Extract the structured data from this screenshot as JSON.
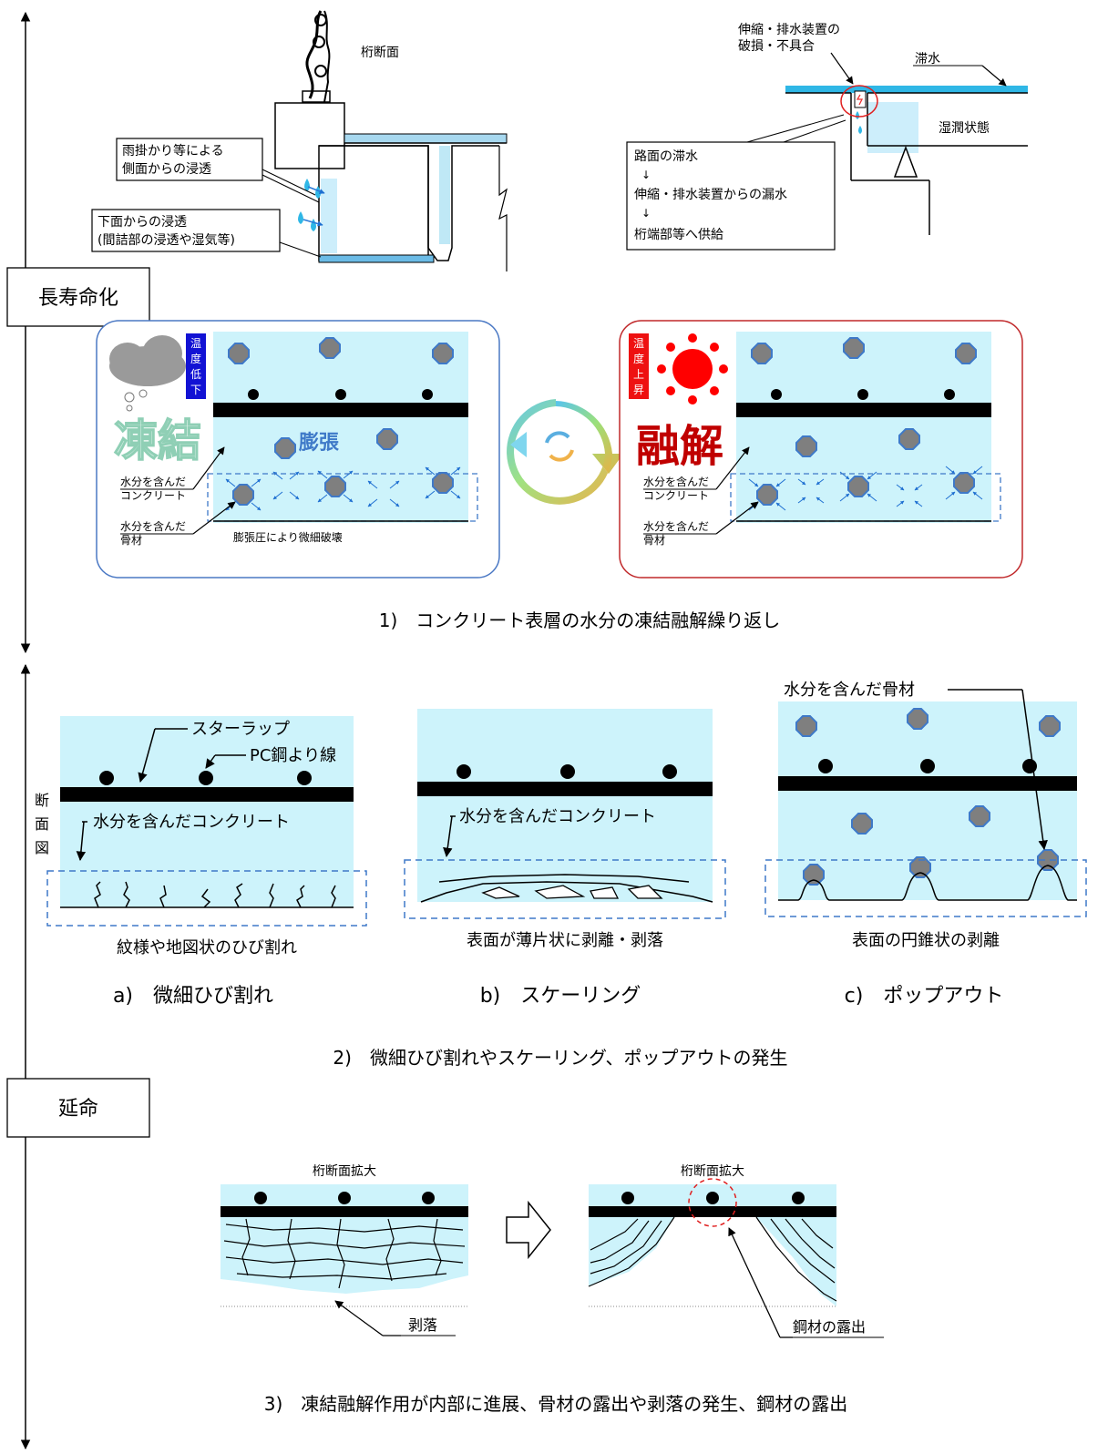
{
  "stages": {
    "longevity": "長寿命化",
    "extension": "延命"
  },
  "top_left": {
    "girder_section": "桁断面",
    "side_infiltration": [
      "雨掛かり等による",
      "側面からの浸透"
    ],
    "bottom_infiltration": [
      "下面からの浸透",
      "(間詰部の浸透や湿気等)"
    ]
  },
  "top_right": {
    "joint_damage": [
      "伸縮・排水装置の",
      "破損・不具合"
    ],
    "ponding": "滞水",
    "wet_state": "湿潤状態",
    "flow_steps": [
      "路面の滞水",
      "↓",
      "伸縮・排水装置からの漏水",
      "↓",
      "桁端部等へ供給"
    ]
  },
  "freeze_panel": {
    "temp_badge": [
      "温",
      "度",
      "低",
      "下"
    ],
    "big_label": "凍結",
    "expansion": "膨張",
    "wet_concrete": [
      "水分を含んだ",
      "コンクリート"
    ],
    "wet_aggregate": [
      "水分を含んだ",
      "骨材"
    ],
    "micro_failure": "膨張圧により微細破壊"
  },
  "thaw_panel": {
    "temp_badge": [
      "温",
      "度",
      "上",
      "昇"
    ],
    "big_label": "融解",
    "wet_concrete": [
      "水分を含んだ",
      "コンクリート"
    ],
    "wet_aggregate": [
      "水分を含んだ",
      "骨材"
    ]
  },
  "caption1": "1)　コンクリート表層の水分の凍結融解繰り返し",
  "section2": {
    "section_label": [
      "断",
      "面",
      "図"
    ],
    "stirrup": "スターラップ",
    "pc_strand": "PC鋼より線",
    "wet_concrete_a": "水分を含んだコンクリート",
    "wet_concrete_b": "水分を含んだコンクリート",
    "wet_aggregate_c": "水分を含んだ骨材",
    "desc_a": "紋様や地図状のひび割れ",
    "desc_b": "表面が薄片状に剥離・剥落",
    "desc_c": "表面の円錐状の剥離",
    "title_a": "a)　微細ひび割れ",
    "title_b": "b)　スケーリング",
    "title_c": "c)　ポップアウト",
    "caption2": "2)　微細ひび割れやスケーリング、ポップアウトの発生"
  },
  "section3": {
    "enlarged_left": "桁断面拡大",
    "enlarged_right": "桁断面拡大",
    "spalling": "剥落",
    "steel_exposed": "鋼材の露出",
    "caption3": "3)　凍結融解作用が内部に進展、骨材の露出や剥落の発生、鋼材の露出"
  },
  "colors": {
    "concrete": "#cdf3fb",
    "water_blue": "#2fb7e6",
    "aggregate": "#7f7f7f",
    "aggregate_edge": "#3e79c8",
    "freeze_frame": "#4a78c4",
    "thaw_frame": "#c0282a",
    "badge_blue": "#1212d4",
    "badge_red": "#ee1111",
    "sun": "#ff0000"
  }
}
